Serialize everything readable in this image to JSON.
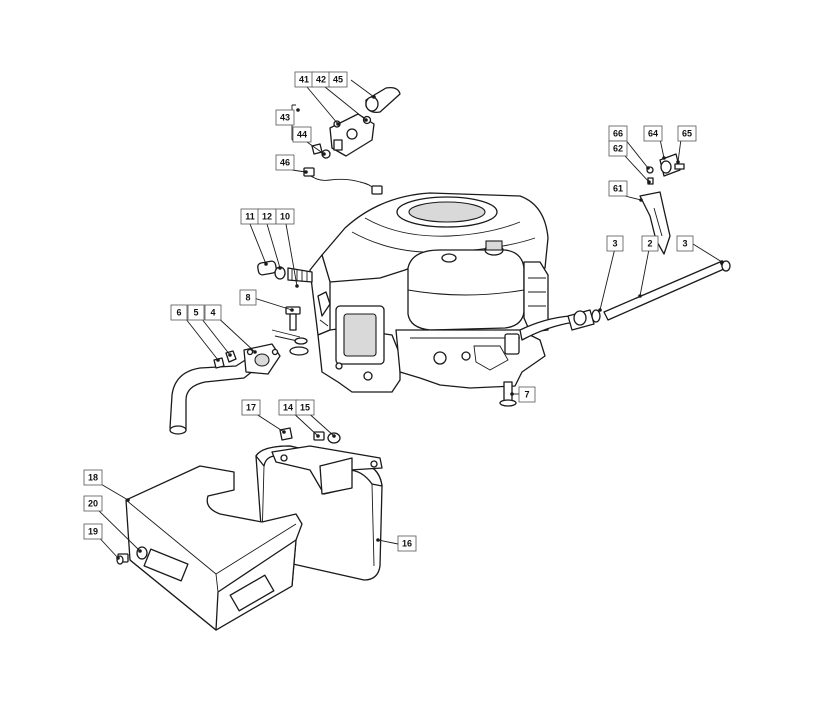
{
  "diagram": {
    "callouts": [
      {
        "id": "c41",
        "label": "41"
      },
      {
        "id": "c42",
        "label": "42"
      },
      {
        "id": "c45",
        "label": "45"
      },
      {
        "id": "c43",
        "label": "43"
      },
      {
        "id": "c44",
        "label": "44"
      },
      {
        "id": "c46",
        "label": "46"
      },
      {
        "id": "c66",
        "label": "66"
      },
      {
        "id": "c64",
        "label": "64"
      },
      {
        "id": "c65",
        "label": "65"
      },
      {
        "id": "c62",
        "label": "62"
      },
      {
        "id": "c61",
        "label": "61"
      },
      {
        "id": "c11",
        "label": "11"
      },
      {
        "id": "c12",
        "label": "12"
      },
      {
        "id": "c10",
        "label": "10"
      },
      {
        "id": "c3a",
        "label": "3"
      },
      {
        "id": "c2",
        "label": "2"
      },
      {
        "id": "c3b",
        "label": "3"
      },
      {
        "id": "c8",
        "label": "8"
      },
      {
        "id": "c6",
        "label": "6"
      },
      {
        "id": "c5",
        "label": "5"
      },
      {
        "id": "c4",
        "label": "4"
      },
      {
        "id": "c7",
        "label": "7"
      },
      {
        "id": "c17",
        "label": "17"
      },
      {
        "id": "c14",
        "label": "14"
      },
      {
        "id": "c15",
        "label": "15"
      },
      {
        "id": "c18",
        "label": "18"
      },
      {
        "id": "c20",
        "label": "20"
      },
      {
        "id": "c19",
        "label": "19"
      },
      {
        "id": "c16",
        "label": "16"
      }
    ]
  }
}
